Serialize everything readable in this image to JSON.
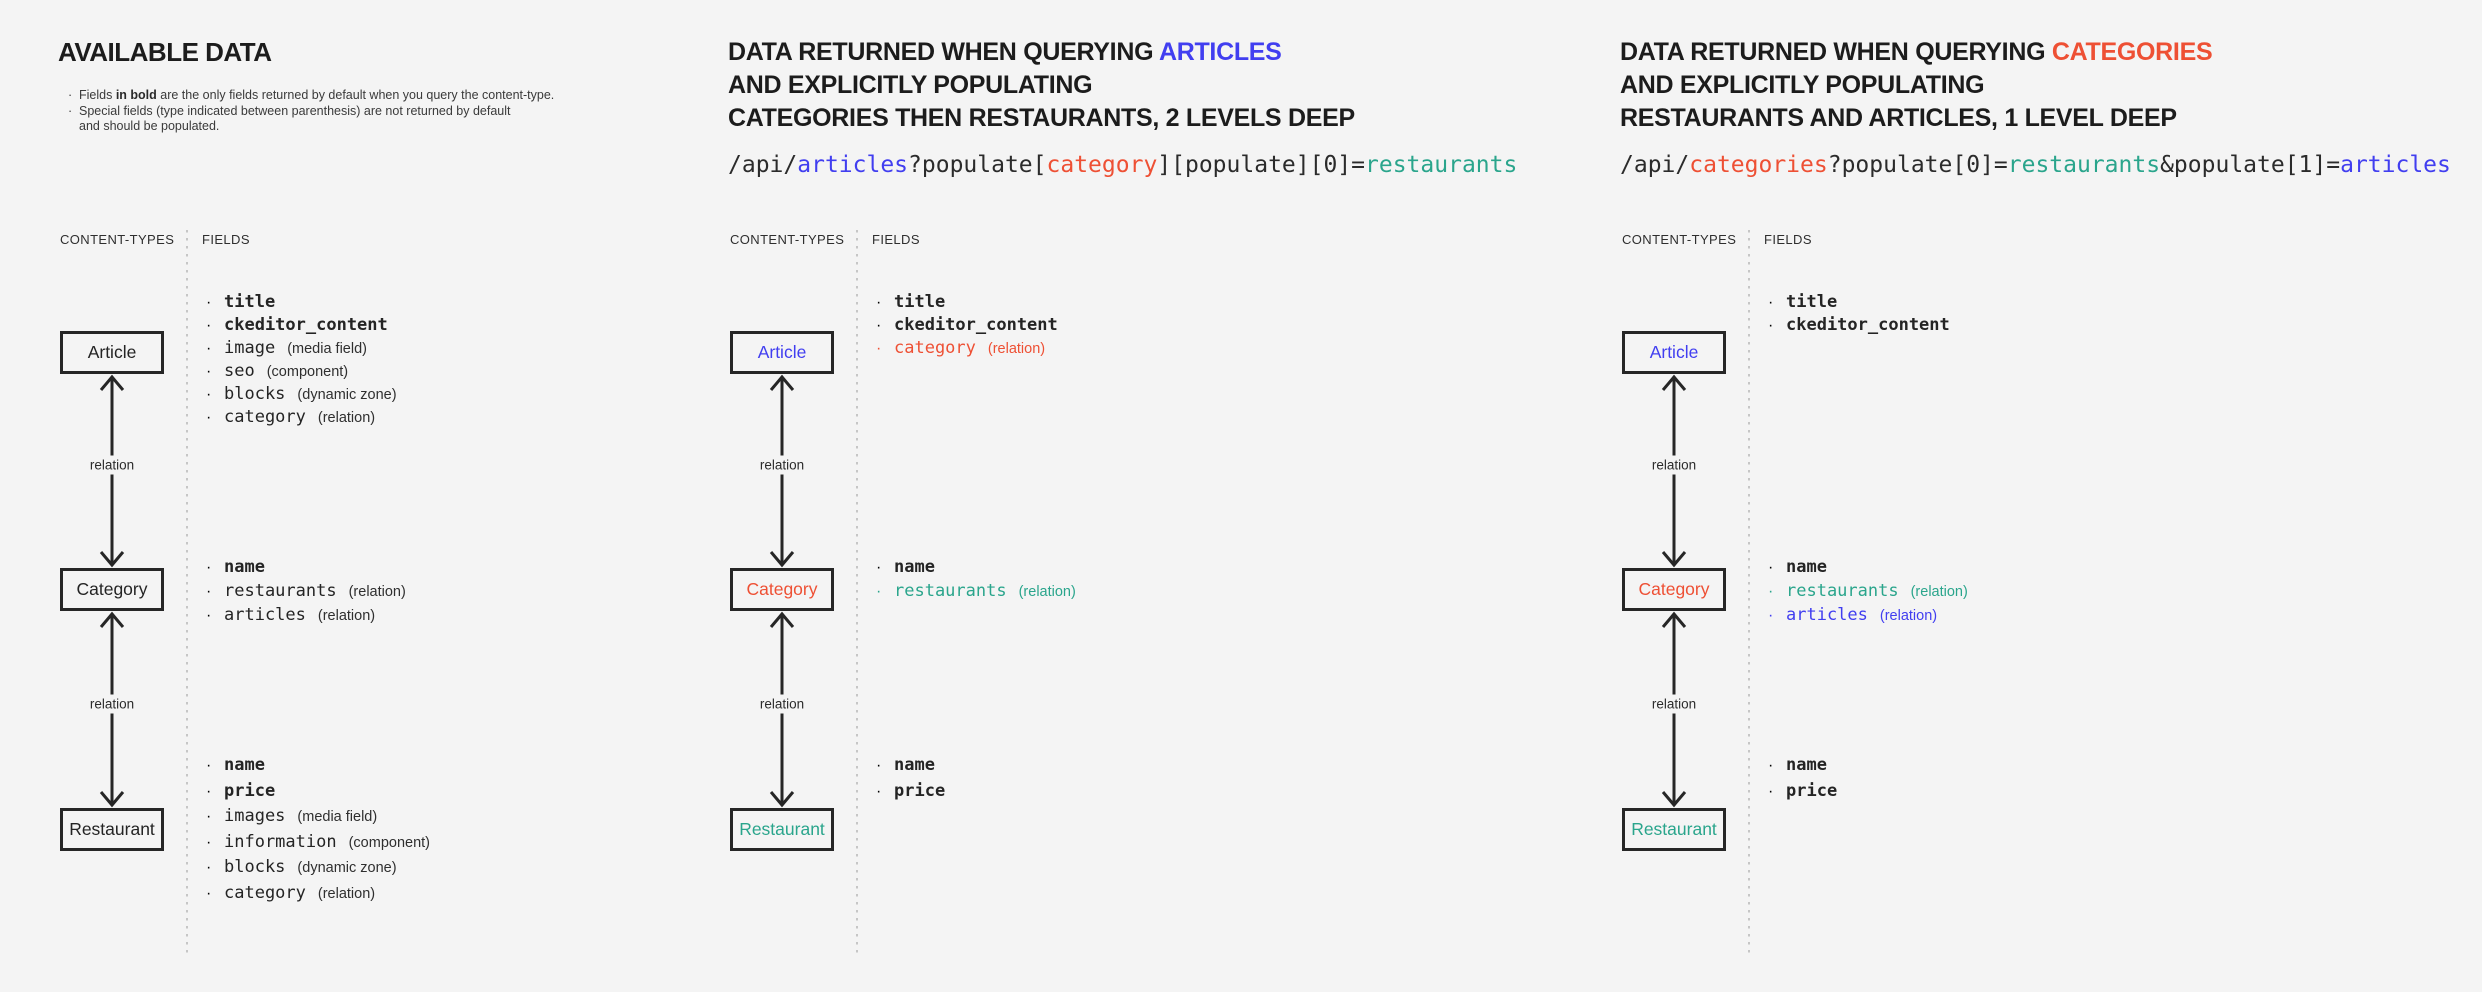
{
  "colors": {
    "background": "#f4f4f4",
    "ink": "#242424",
    "title": "#1c1c1c",
    "blue": "#413ef0",
    "red": "#ee5034",
    "teal": "#2aa58c",
    "border": "#262626",
    "divider": "#c6c6c6"
  },
  "columns": [
    {
      "id": "available-data",
      "title": {
        "lines": [
          [
            {
              "t": "AVAILABLE DATA"
            }
          ]
        ]
      },
      "notes": [
        {
          "bullet": true,
          "parts": [
            {
              "t": "Fields "
            },
            {
              "t": "in bold",
              "b": true
            },
            {
              "t": " are the only fields returned by default when you query the content-type."
            }
          ]
        },
        {
          "bullet": true,
          "parts": [
            {
              "t": "Special fields (type indicated between parenthesis) are not returned by default"
            }
          ]
        },
        {
          "bullet": false,
          "parts": [
            {
              "t": "and should be populated."
            }
          ]
        }
      ],
      "url": null,
      "labels": {
        "content_types": "CONTENT-TYPES",
        "fields": "FIELDS"
      },
      "relation_label": "relation",
      "content_types": [
        {
          "name": "Article",
          "color": "ink"
        },
        {
          "name": "Category",
          "color": "ink"
        },
        {
          "name": "Restaurant",
          "color": "ink"
        }
      ],
      "field_groups": [
        [
          {
            "name": "title",
            "bold": true
          },
          {
            "name": "ckeditor_content",
            "bold": true
          },
          {
            "name": "image",
            "type": "(media field)"
          },
          {
            "name": "seo",
            "type": "(component)"
          },
          {
            "name": "blocks",
            "type": "(dynamic zone)"
          },
          {
            "name": "category",
            "type": "(relation)"
          }
        ],
        [
          {
            "name": "name",
            "bold": true
          },
          {
            "name": "restaurants",
            "type": "(relation)"
          },
          {
            "name": "articles",
            "type": "(relation)"
          }
        ],
        [
          {
            "name": "name",
            "bold": true
          },
          {
            "name": "price",
            "bold": true
          },
          {
            "name": "images",
            "type": "(media field)"
          },
          {
            "name": "information",
            "type": "(component)"
          },
          {
            "name": "blocks",
            "type": "(dynamic zone)"
          },
          {
            "name": "category",
            "type": "(relation)"
          }
        ]
      ]
    },
    {
      "id": "query-articles",
      "title": {
        "lines": [
          [
            {
              "t": "DATA RETURNED WHEN QUERYING "
            },
            {
              "t": "ARTICLES",
              "color": "blue"
            }
          ],
          [
            {
              "t": "AND EXPLICITLY POPULATING"
            }
          ],
          [
            {
              "t": "CATEGORIES THEN RESTAURANTS, 2 LEVELS DEEP"
            }
          ]
        ]
      },
      "notes": null,
      "url": [
        {
          "t": "/api/"
        },
        {
          "t": "articles",
          "color": "blue"
        },
        {
          "t": "?populate["
        },
        {
          "t": "category",
          "color": "red"
        },
        {
          "t": "][populate][0]="
        },
        {
          "t": "restaurants",
          "color": "teal"
        }
      ],
      "labels": {
        "content_types": "CONTENT-TYPES",
        "fields": "FIELDS"
      },
      "relation_label": "relation",
      "content_types": [
        {
          "name": "Article",
          "color": "blue"
        },
        {
          "name": "Category",
          "color": "red"
        },
        {
          "name": "Restaurant",
          "color": "teal"
        }
      ],
      "field_groups": [
        [
          {
            "name": "title",
            "bold": true
          },
          {
            "name": "ckeditor_content",
            "bold": true
          },
          {
            "name": "category",
            "type": "(relation)",
            "color": "red"
          }
        ],
        [
          {
            "name": "name",
            "bold": true
          },
          {
            "name": "restaurants",
            "type": "(relation)",
            "color": "teal"
          }
        ],
        [
          {
            "name": "name",
            "bold": true
          },
          {
            "name": "price",
            "bold": true
          }
        ]
      ]
    },
    {
      "id": "query-categories",
      "title": {
        "lines": [
          [
            {
              "t": "DATA RETURNED WHEN QUERYING "
            },
            {
              "t": "CATEGORIES",
              "color": "red"
            }
          ],
          [
            {
              "t": "AND EXPLICITLY POPULATING"
            }
          ],
          [
            {
              "t": "RESTAURANTS AND ARTICLES, 1 LEVEL DEEP"
            }
          ]
        ]
      },
      "notes": null,
      "url": [
        {
          "t": "/api/"
        },
        {
          "t": "categories",
          "color": "red"
        },
        {
          "t": "?populate[0]="
        },
        {
          "t": "restaurants",
          "color": "teal"
        },
        {
          "t": "&populate[1]="
        },
        {
          "t": "articles",
          "color": "blue"
        }
      ],
      "labels": {
        "content_types": "CONTENT-TYPES",
        "fields": "FIELDS"
      },
      "relation_label": "relation",
      "content_types": [
        {
          "name": "Article",
          "color": "blue"
        },
        {
          "name": "Category",
          "color": "red"
        },
        {
          "name": "Restaurant",
          "color": "teal"
        }
      ],
      "field_groups": [
        [
          {
            "name": "title",
            "bold": true
          },
          {
            "name": "ckeditor_content",
            "bold": true
          }
        ],
        [
          {
            "name": "name",
            "bold": true
          },
          {
            "name": "restaurants",
            "type": "(relation)",
            "color": "teal"
          },
          {
            "name": "articles",
            "type": "(relation)",
            "color": "blue"
          }
        ],
        [
          {
            "name": "name",
            "bold": true
          },
          {
            "name": "price",
            "bold": true
          }
        ]
      ]
    }
  ]
}
